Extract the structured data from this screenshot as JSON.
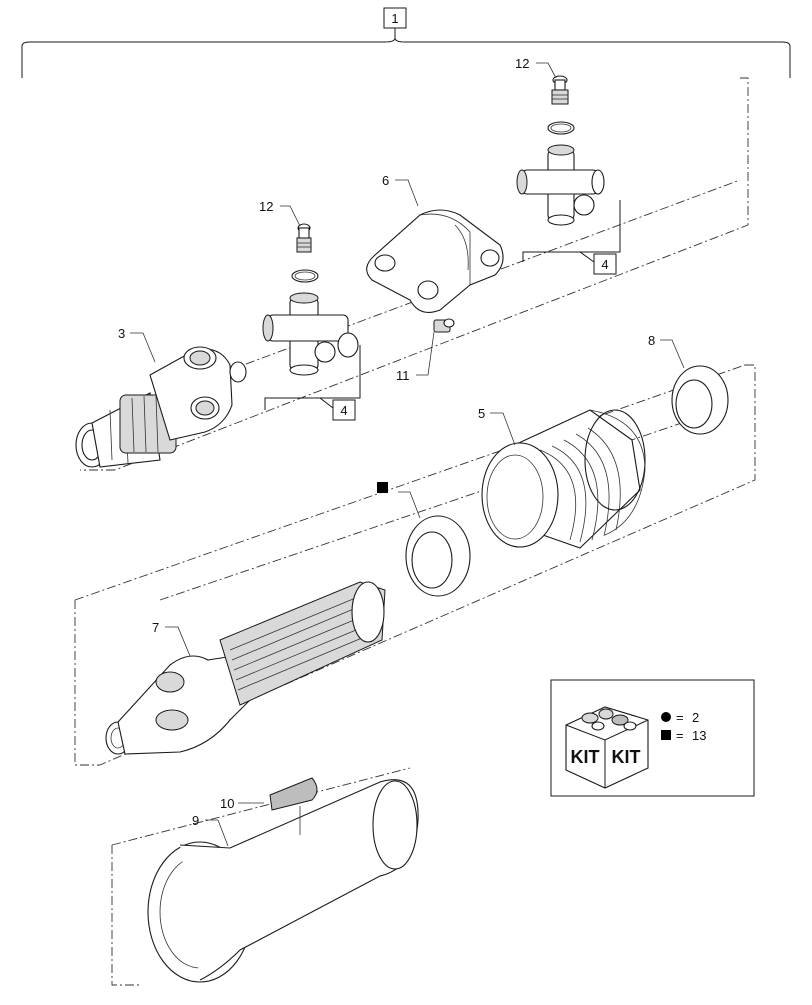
{
  "callouts": {
    "c1": "1",
    "c3": "3",
    "c4a": "4",
    "c4b": "4",
    "c5": "5",
    "c6": "6",
    "c7": "7",
    "c8": "8",
    "c9": "9",
    "c10": "10",
    "c11": "11",
    "c12a": "12",
    "c12b": "12"
  },
  "kit": {
    "label_left": "KIT",
    "label_right": "KIT",
    "legend": [
      {
        "symbol": "circle",
        "equals": "=",
        "value": "2"
      },
      {
        "symbol": "square",
        "equals": "=",
        "value": "13"
      }
    ]
  }
}
